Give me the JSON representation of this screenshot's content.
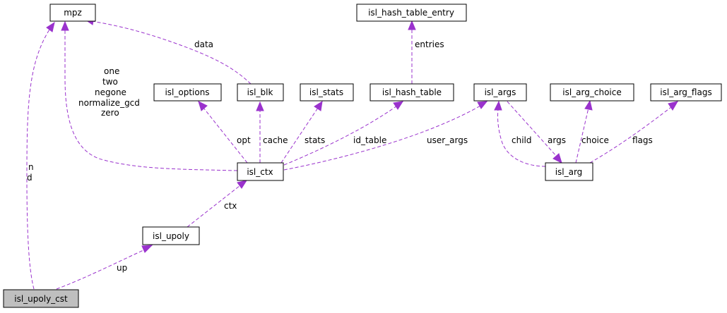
{
  "diagram": {
    "nodes": {
      "mpz": "mpz",
      "isl_hash_table_entry": "isl_hash_table_entry",
      "isl_options": "isl_options",
      "isl_blk": "isl_blk",
      "isl_stats": "isl_stats",
      "isl_hash_table": "isl_hash_table",
      "isl_args": "isl_args",
      "isl_arg_choice": "isl_arg_choice",
      "isl_arg_flags": "isl_arg_flags",
      "isl_ctx": "isl_ctx",
      "isl_arg": "isl_arg",
      "isl_upoly": "isl_upoly",
      "isl_upoly_cst": "isl_upoly_cst"
    },
    "edge_labels": {
      "data": "data",
      "entries": "entries",
      "mpz_ctx_1": "one",
      "mpz_ctx_2": "two",
      "mpz_ctx_3": "negone",
      "mpz_ctx_4": "normalize_gcd",
      "mpz_ctx_5": "zero",
      "opt": "opt",
      "cache": "cache",
      "stats": "stats",
      "id_table": "id_table",
      "user_args": "user_args",
      "child": "child",
      "args": "args",
      "choice": "choice",
      "flags": "flags",
      "ctx": "ctx",
      "up": "up",
      "mpz_cst_1": "n",
      "mpz_cst_2": "d"
    }
  }
}
